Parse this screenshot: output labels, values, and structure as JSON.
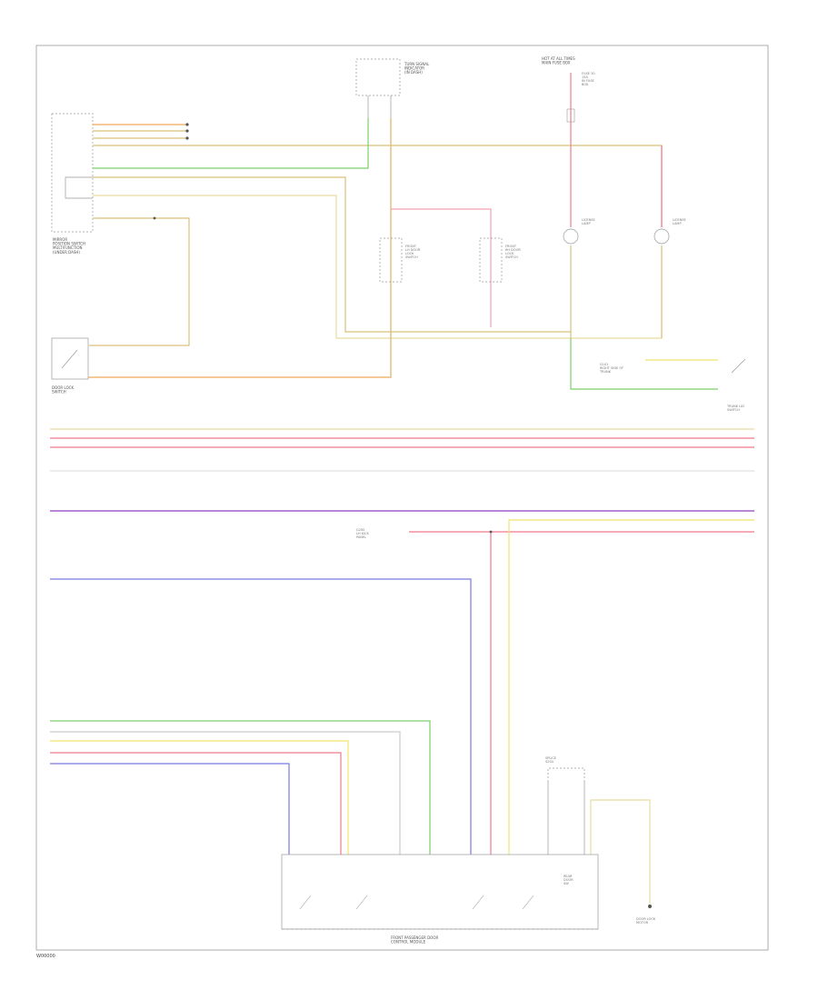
{
  "diagram": {
    "page_code": "W00000",
    "colors": {
      "border": "#888888",
      "wire_orange": "#f2a65a",
      "wire_tan": "#d9c07a",
      "wire_yellow": "#f0e46a",
      "wire_green": "#7ccf6a",
      "wire_red": "#f07a8a",
      "wire_pink": "#f4a0b4",
      "wire_purple": "#a060c8",
      "wire_blue": "#7a7ae0",
      "wire_gray": "#b8b8b8",
      "wire_white": "#dddddd",
      "component": "#999999"
    },
    "labels": {
      "left_module": "MIRROR\nPOSITION SWITCH\nMULTIFUNCTION\n(UNDER DASH)",
      "door_lock_switch": "DOOR LOCK\nSWITCH",
      "top_module": "TURN SIGNAL\nINDICATOR\n(IN DASH)",
      "top_fuse": "HOT AT ALL TIMES\nMAIN FUSE BOX",
      "right_fuse_label": "FUSE 30\n15A\nIN FUSE\nBOX",
      "lamp_left": "LICENSE\nLAMP",
      "lamp_right": "LICENSE\nLAMP",
      "switch_left": "FRONT\nLH DOOR\nLOCK\nSWITCH",
      "switch_right": "FRONT\nRH DOOR\nLOCK\nSWITCH",
      "right_ground": "G101\nRIGHT SIDE OF\nTRUNK",
      "right_switch": "TRUNK LID\nSWITCH",
      "mid_ground": "G200\nLH KICK\nPANEL",
      "bottom_module": "FRONT PASSENGER DOOR\nCONTROL MODULE",
      "bottom_right_device": "DOOR LOCK\nMOTOR",
      "bottom_splice": "SPLICE\nS204",
      "bottom_right_note": "REAR\nDOOR\nSW"
    }
  }
}
